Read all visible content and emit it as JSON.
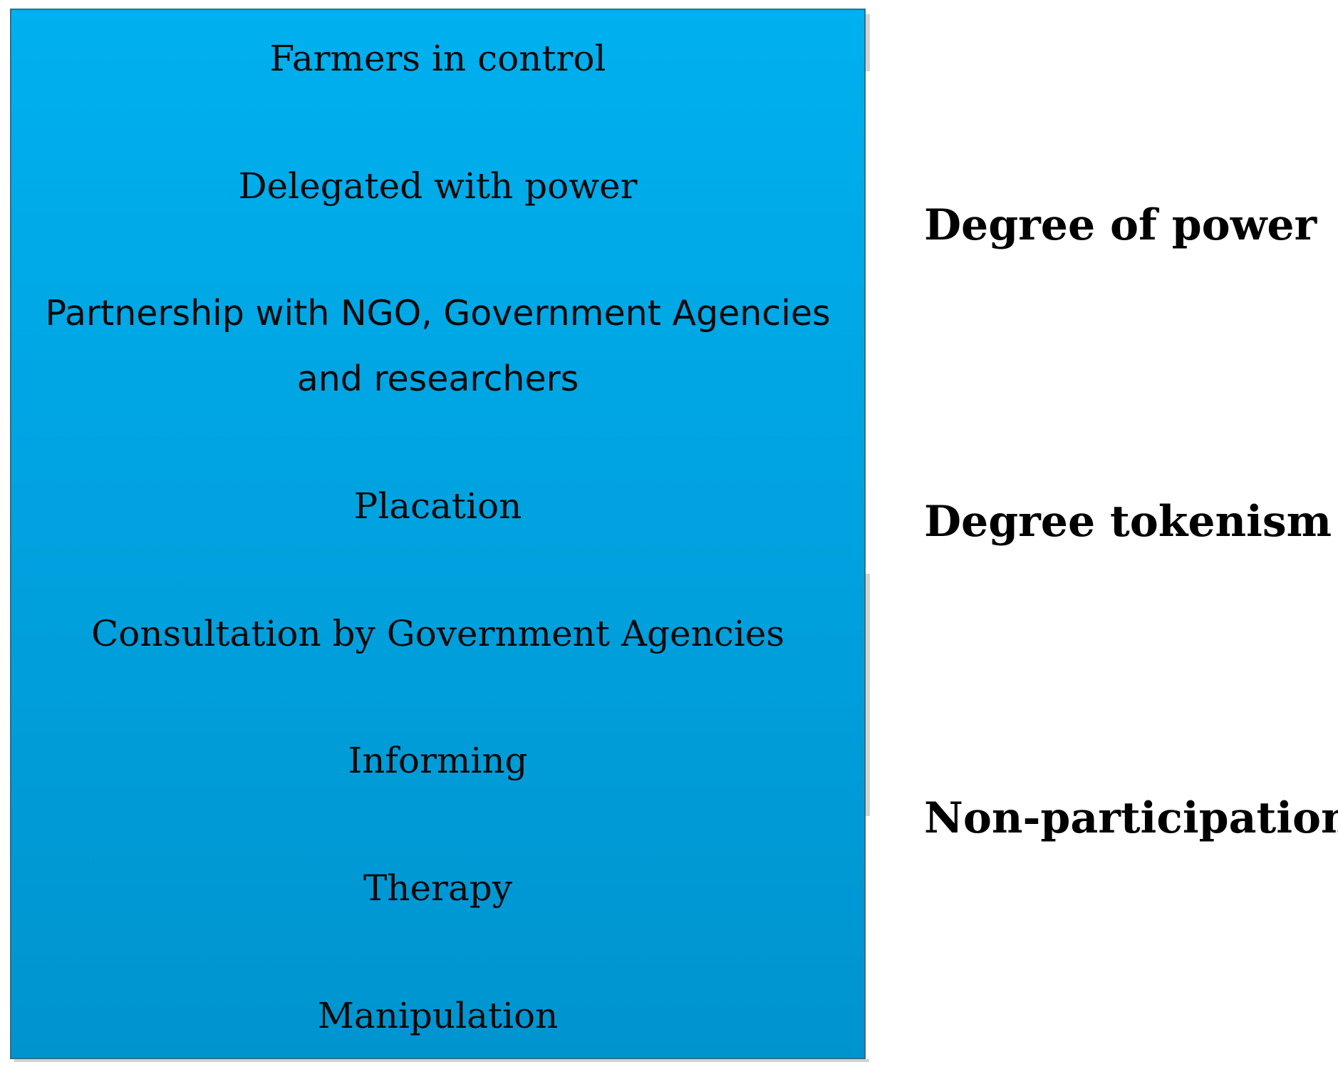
{
  "ladder": {
    "rungs": [
      "Farmers in control",
      "Delegated with power",
      "Partnership with NGO, Government Agencies",
      "and researchers",
      "Placation",
      "Consultation by Government Agencies",
      "Informing",
      "Therapy",
      "Manipulation"
    ],
    "fill_top_color": "#00b0ef",
    "fill_bottom_color": "#0094cf"
  },
  "levels": {
    "power": "Degree of power",
    "tokenism": "Degree tokenism",
    "non_participation": "Non-participation"
  }
}
